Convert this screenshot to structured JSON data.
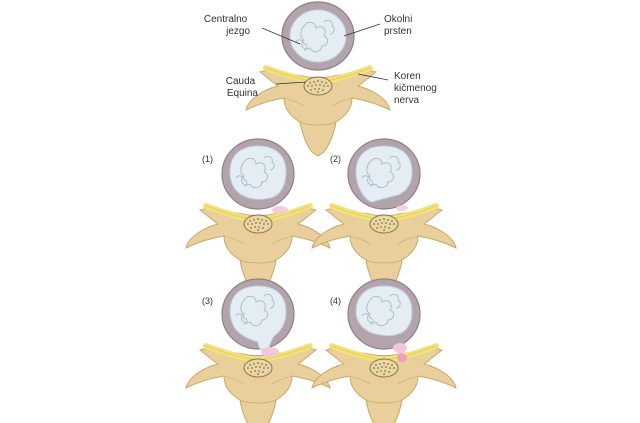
{
  "labels": {
    "nucleus": [
      "Centralno",
      "jezgo"
    ],
    "annulus": [
      "Okolni",
      "prsten"
    ],
    "cauda": [
      "Cauda",
      "Equina"
    ],
    "root": [
      "Koren",
      "kičmenog",
      "nerva"
    ]
  },
  "stages": [
    "(1)",
    "(2)",
    "(3)",
    "(4)"
  ],
  "colors": {
    "bone": "#e8cf9c",
    "bone_shade": "#c9a86a",
    "ring": "#b3a3ad",
    "ring_dark": "#8f7f8a",
    "nucleus": "#e3edf3",
    "nerve": "#f3e27a",
    "cauda": "#e9d6a6",
    "herniation": "#f2c6d6"
  }
}
